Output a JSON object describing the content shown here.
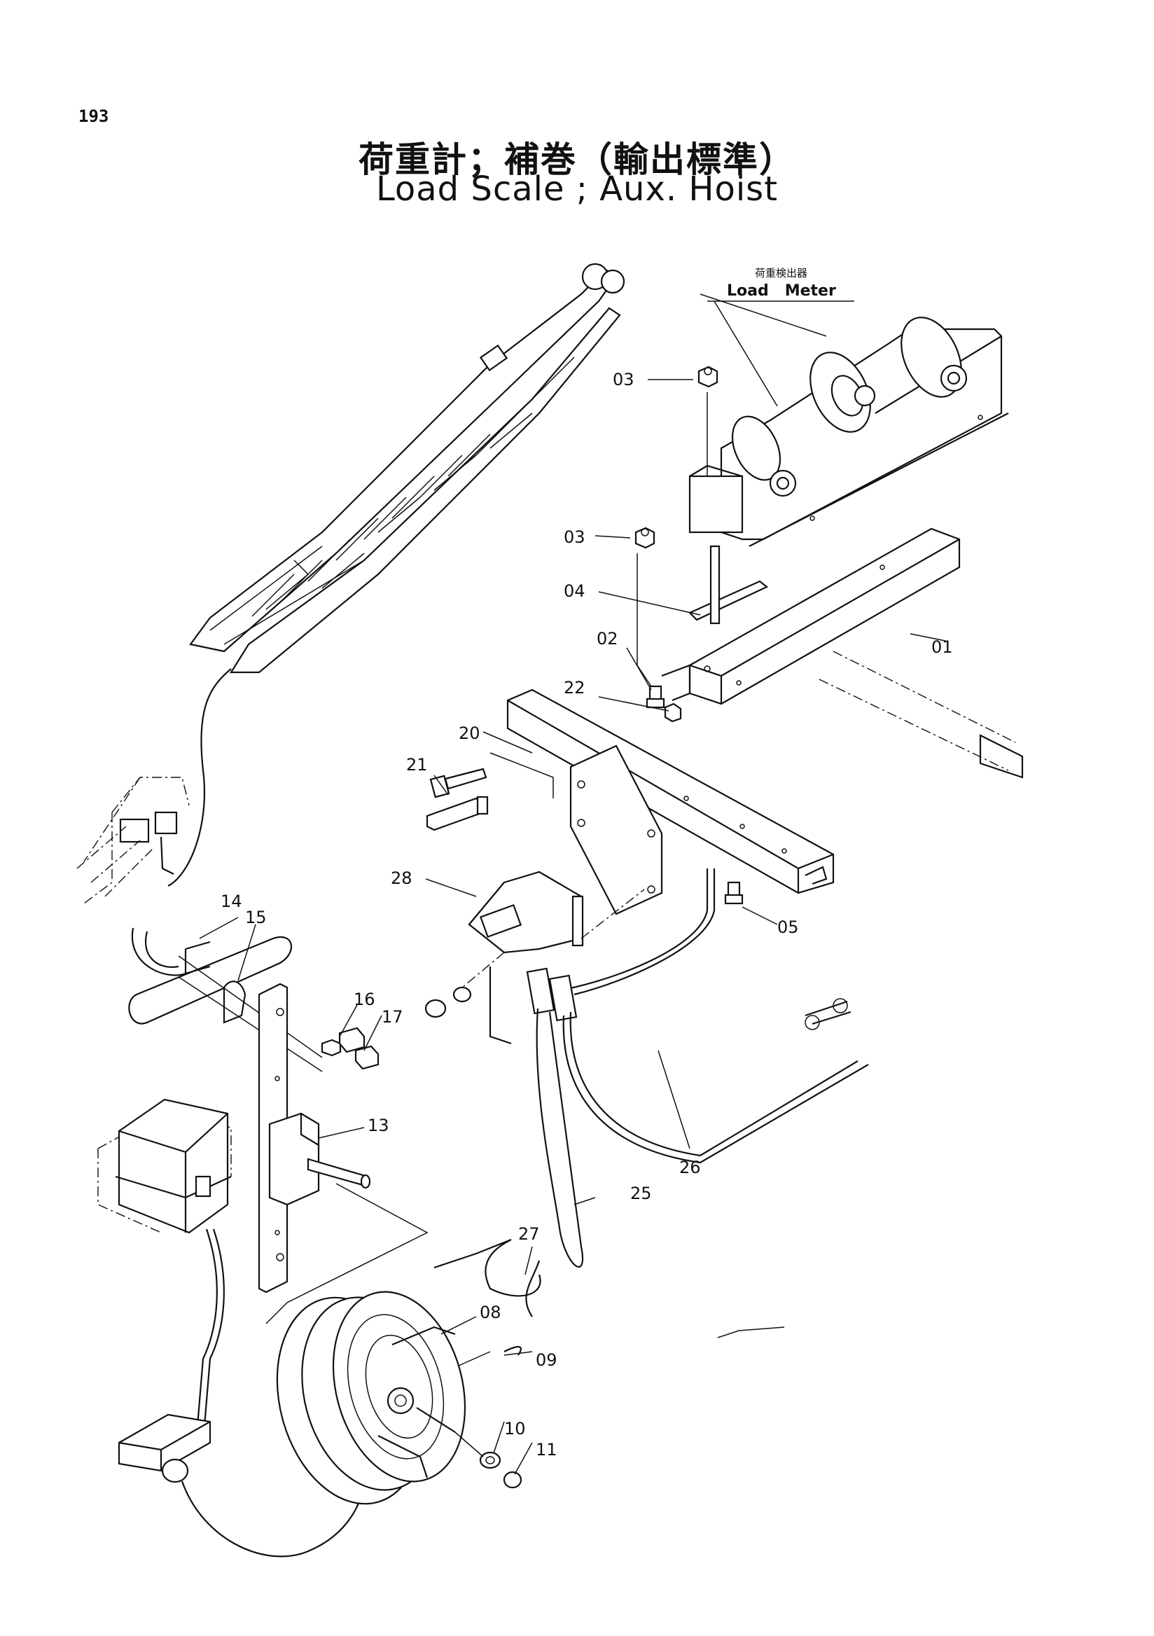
{
  "page_number": "193",
  "title_jp": "荷重計；補巻（輸出標準）",
  "title_en": "Load Scale ; Aux. Hoist",
  "callout": {
    "jp": "荷重検出器",
    "en": "Load   Meter"
  },
  "parts": [
    "01",
    "02",
    "03",
    "03",
    "04",
    "05",
    "08",
    "09",
    "10",
    "11",
    "13",
    "14",
    "15",
    "16",
    "17",
    "20",
    "21",
    "22",
    "25",
    "26",
    "27",
    "28"
  ]
}
